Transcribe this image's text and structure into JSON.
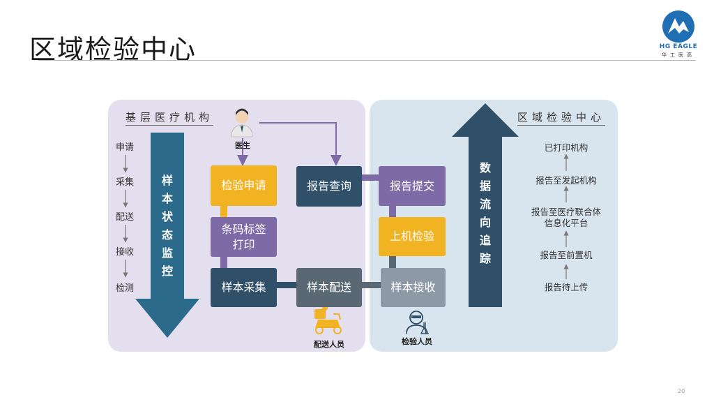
{
  "title": "区域检验中心",
  "logo": {
    "name": "HG EAGLE",
    "sub": "华工医高"
  },
  "left_panel": {
    "title": "基层医疗机构",
    "stages": [
      "申请",
      "采集",
      "配送",
      "接收",
      "检测"
    ],
    "arrow_text": "样本状态监控"
  },
  "right_panel": {
    "title": "区域检验中心",
    "arrow_text": "数据流向追踪",
    "steps": [
      "已打印机构",
      "报告至发起机构",
      "报告至医疗联合体信息化平台",
      "报告至前置机",
      "报告待上传"
    ]
  },
  "people": {
    "doctor": "医生",
    "delivery": "配送人员",
    "inspector": "检验人员"
  },
  "boxes": {
    "jianyan_shenqing": "检验申请",
    "tiaoma_biaoqian": "条码标签打印",
    "yangben_caiji": "样本采集",
    "baogao_chaxun": "报告查询",
    "yangben_peisong": "样本配送",
    "baogao_tijiao": "报告提交",
    "shangji_jianyan": "上机检验",
    "yangben_jieshou": "样本接收"
  },
  "page_number": "20",
  "colors": {
    "yellow": "#f2b322",
    "purple": "#7d6aa6",
    "navy": "#2f5068",
    "slate": "#596872",
    "gray": "#8d9aa6",
    "arrow": "#2f5068",
    "left_arrow": "#2b6a8a"
  }
}
